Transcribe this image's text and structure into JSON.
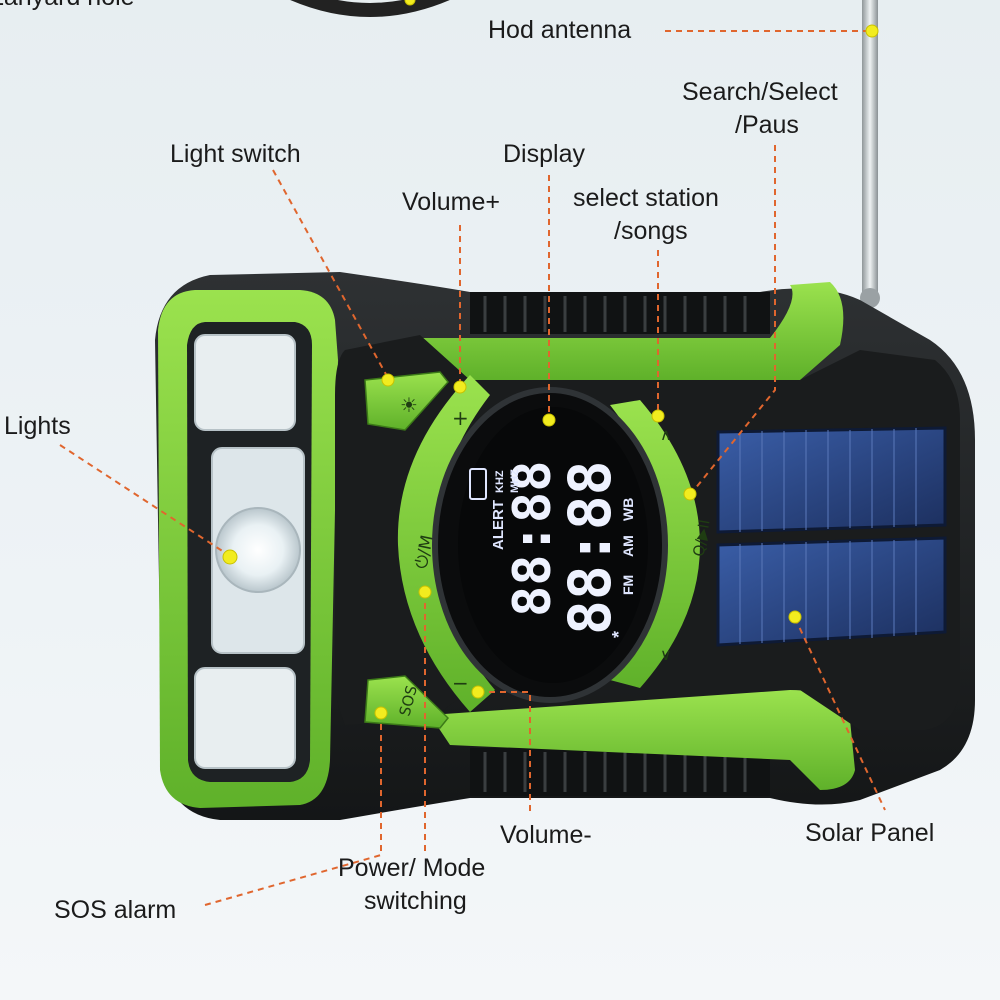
{
  "colors": {
    "device_green": "#7ed03a",
    "device_black": "#1d1f20",
    "leader_line": "#e0662e",
    "callout_dot": "#f2ec1f",
    "lcd_text": "#eef2ff",
    "solar_blue": "#24407a"
  },
  "labels": {
    "lanyard_hole": "Lanyard hole",
    "hod_antenna": "Hod antenna",
    "search_select_line1": "Search/Select",
    "search_select_line2": "/Paus",
    "light_switch": "Light switch",
    "display": "Display",
    "volume_plus": "Volume+",
    "select_station_line1": "select station",
    "select_station_line2": "/songs",
    "lights": "Lights",
    "volume_minus": "Volume-",
    "solar_panel": "Solar Panel",
    "power_mode_line1": "Power/ Mode",
    "power_mode_line2": "switching",
    "sos_alarm": "SOS alarm"
  },
  "lcd": {
    "time": "88:88",
    "freq": "88:88",
    "alert": "ALERT",
    "khz": "KHZ",
    "mhz": "MHZ",
    "fm": "FM",
    "am": "AM",
    "wb": "WB",
    "star": "*"
  },
  "buttons": {
    "sos": "SOS",
    "power_mode": "⏻/M",
    "volume_plus": "+",
    "volume_minus": "−",
    "select_up": "∧",
    "select_down": "∨",
    "search_pause": "Q/▶II",
    "light_icon": "☀"
  },
  "icons": [
    "lightbulb-icon",
    "power-icon",
    "play-pause-icon",
    "search-icon"
  ]
}
